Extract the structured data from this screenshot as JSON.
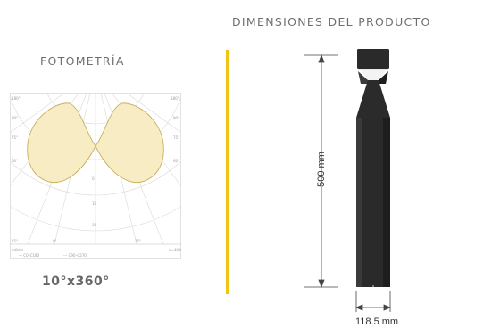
{
  "dimensions": {
    "title": "DIMENSIONES DEL PRODUCTO",
    "height_label": "500 mm",
    "width_label": "118.5 mm"
  },
  "photometry": {
    "title": "FOTOMETRÍA",
    "beam_angle": "10°x360°"
  },
  "colors": {
    "accent_line": "#f2c418",
    "lobe_fill": "#f7ecc3",
    "product": "#2a2a2a"
  }
}
